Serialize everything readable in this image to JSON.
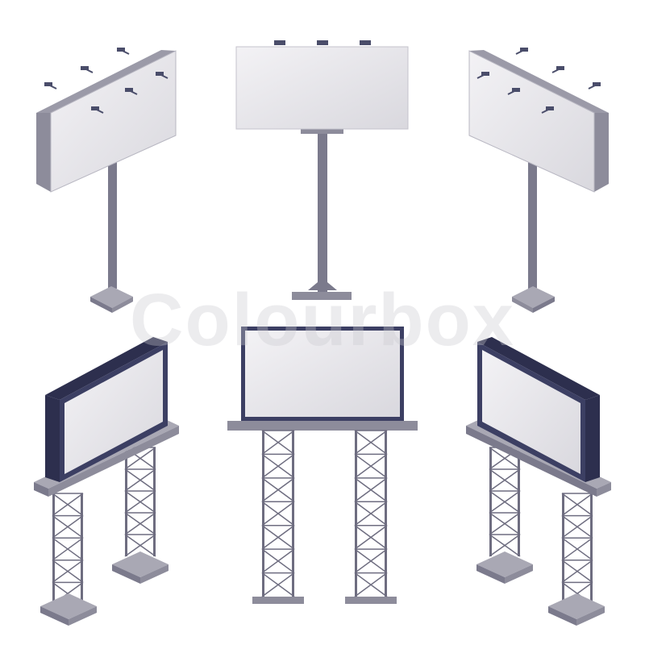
{
  "watermark": "Colourbox",
  "colors": {
    "panel": "#e9e8ec",
    "panel_shade": "#d8d7dc",
    "frame_navy": "#3c3f63",
    "metal": "#7b7a8c",
    "metal_light": "#a9a8b4",
    "base": "#8d8c9b",
    "lamp": "#4a4d6a"
  },
  "billboards": [
    {
      "type": "roadside-pole",
      "view": "isometric-left"
    },
    {
      "type": "roadside-pole",
      "view": "front"
    },
    {
      "type": "roadside-pole",
      "view": "isometric-right"
    },
    {
      "type": "lattice-tower",
      "view": "isometric-left"
    },
    {
      "type": "lattice-tower",
      "view": "front"
    },
    {
      "type": "lattice-tower",
      "view": "isometric-right"
    }
  ]
}
